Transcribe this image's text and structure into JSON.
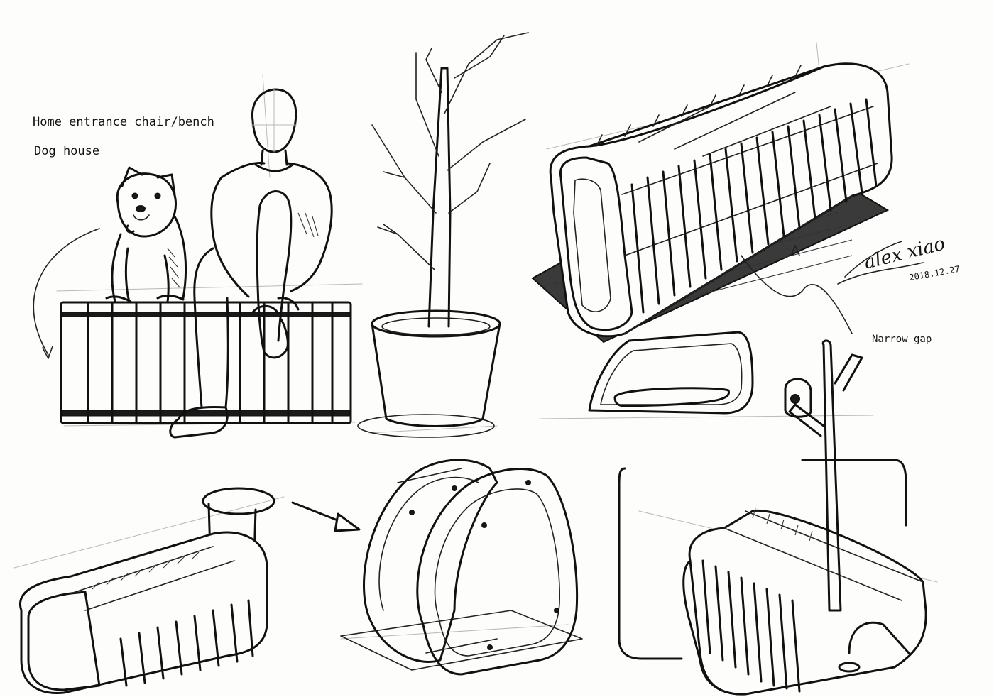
{
  "notes": {
    "line1": "Home entrance chair/bench",
    "line2": "Dog house",
    "annotation": "Narrow gap"
  },
  "signature": {
    "name": "alex xiao",
    "date": "2018.12.27"
  },
  "colors": {
    "paper": "#fdfdfc",
    "ink": "#111111",
    "pencil": "#b9b9b9"
  }
}
